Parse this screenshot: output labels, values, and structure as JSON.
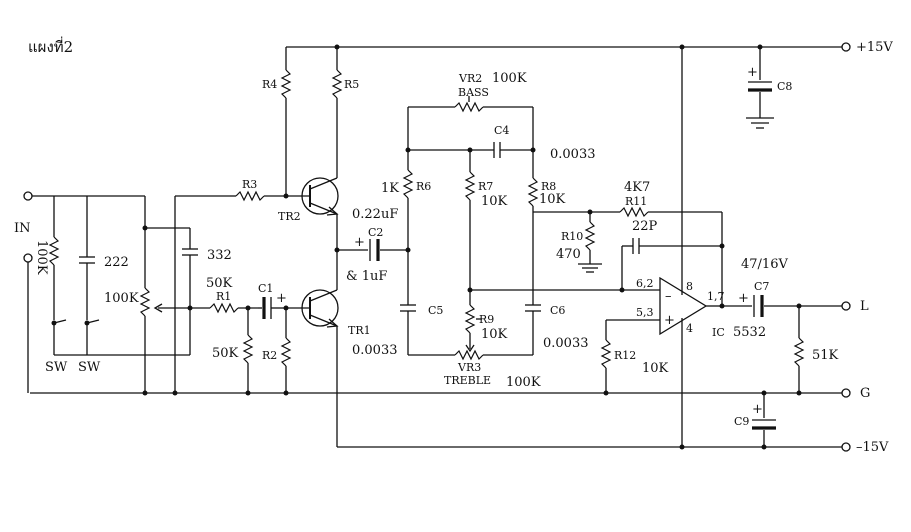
{
  "diagram": {
    "title": "แผงที่2",
    "terminals": {
      "in": "IN",
      "plus15": "+15V",
      "minus15": "–15V",
      "out_l": "L",
      "ground": "G"
    },
    "input_section": {
      "r_input": "100K",
      "c_input": "222",
      "c_332": "332",
      "pot": "100K",
      "sw1": "SW",
      "sw2": "SW"
    },
    "stage1": {
      "r1_value": "50K",
      "r1": "R1",
      "r_50k_ground": "50K",
      "c1": "C1",
      "r2": "R2",
      "r3": "R3",
      "r4": "R4",
      "r5": "R5",
      "tr1": "TR1",
      "tr2": "TR2",
      "c2": "C2",
      "c2_value": "0.22uF",
      "c2_alt": "& 1uF"
    },
    "tone_stack": {
      "vr2": "VR2",
      "vr2_value": "100K",
      "bass": "BASS",
      "c4": "C4",
      "c4_value": "0.0033",
      "r6_value": "1K",
      "r6": "R6",
      "r7": "R7",
      "r7_value": "10K",
      "r8": "R8",
      "r8_value": "10K",
      "c5": "C5",
      "c5_value": "0.0033",
      "r9": "R9",
      "r9_value": "10K",
      "c6": "C6",
      "c6_value": "0.0033",
      "vr3": "VR3",
      "treble": "TREBLE",
      "vr3_value": "100K"
    },
    "output_stage": {
      "r11_value": "4K7",
      "r11": "R11",
      "c_22p": "22P",
      "r10": "R10",
      "r10_value": "470",
      "pin_inv": "6,2",
      "pin_noninv": "5,3",
      "pin_vplus": "8",
      "pin_vminus": "4",
      "pin_out": "1,7",
      "minus_sign": "–",
      "plus_sign": "+",
      "ic": "IC",
      "ic_value": "5532",
      "r12": "R12",
      "r12_value": "10K",
      "c7": "C7",
      "c7_value": "47/16V",
      "r_out": "51K",
      "c8": "C8",
      "c9": "C9",
      "cap_plus": "+"
    }
  }
}
